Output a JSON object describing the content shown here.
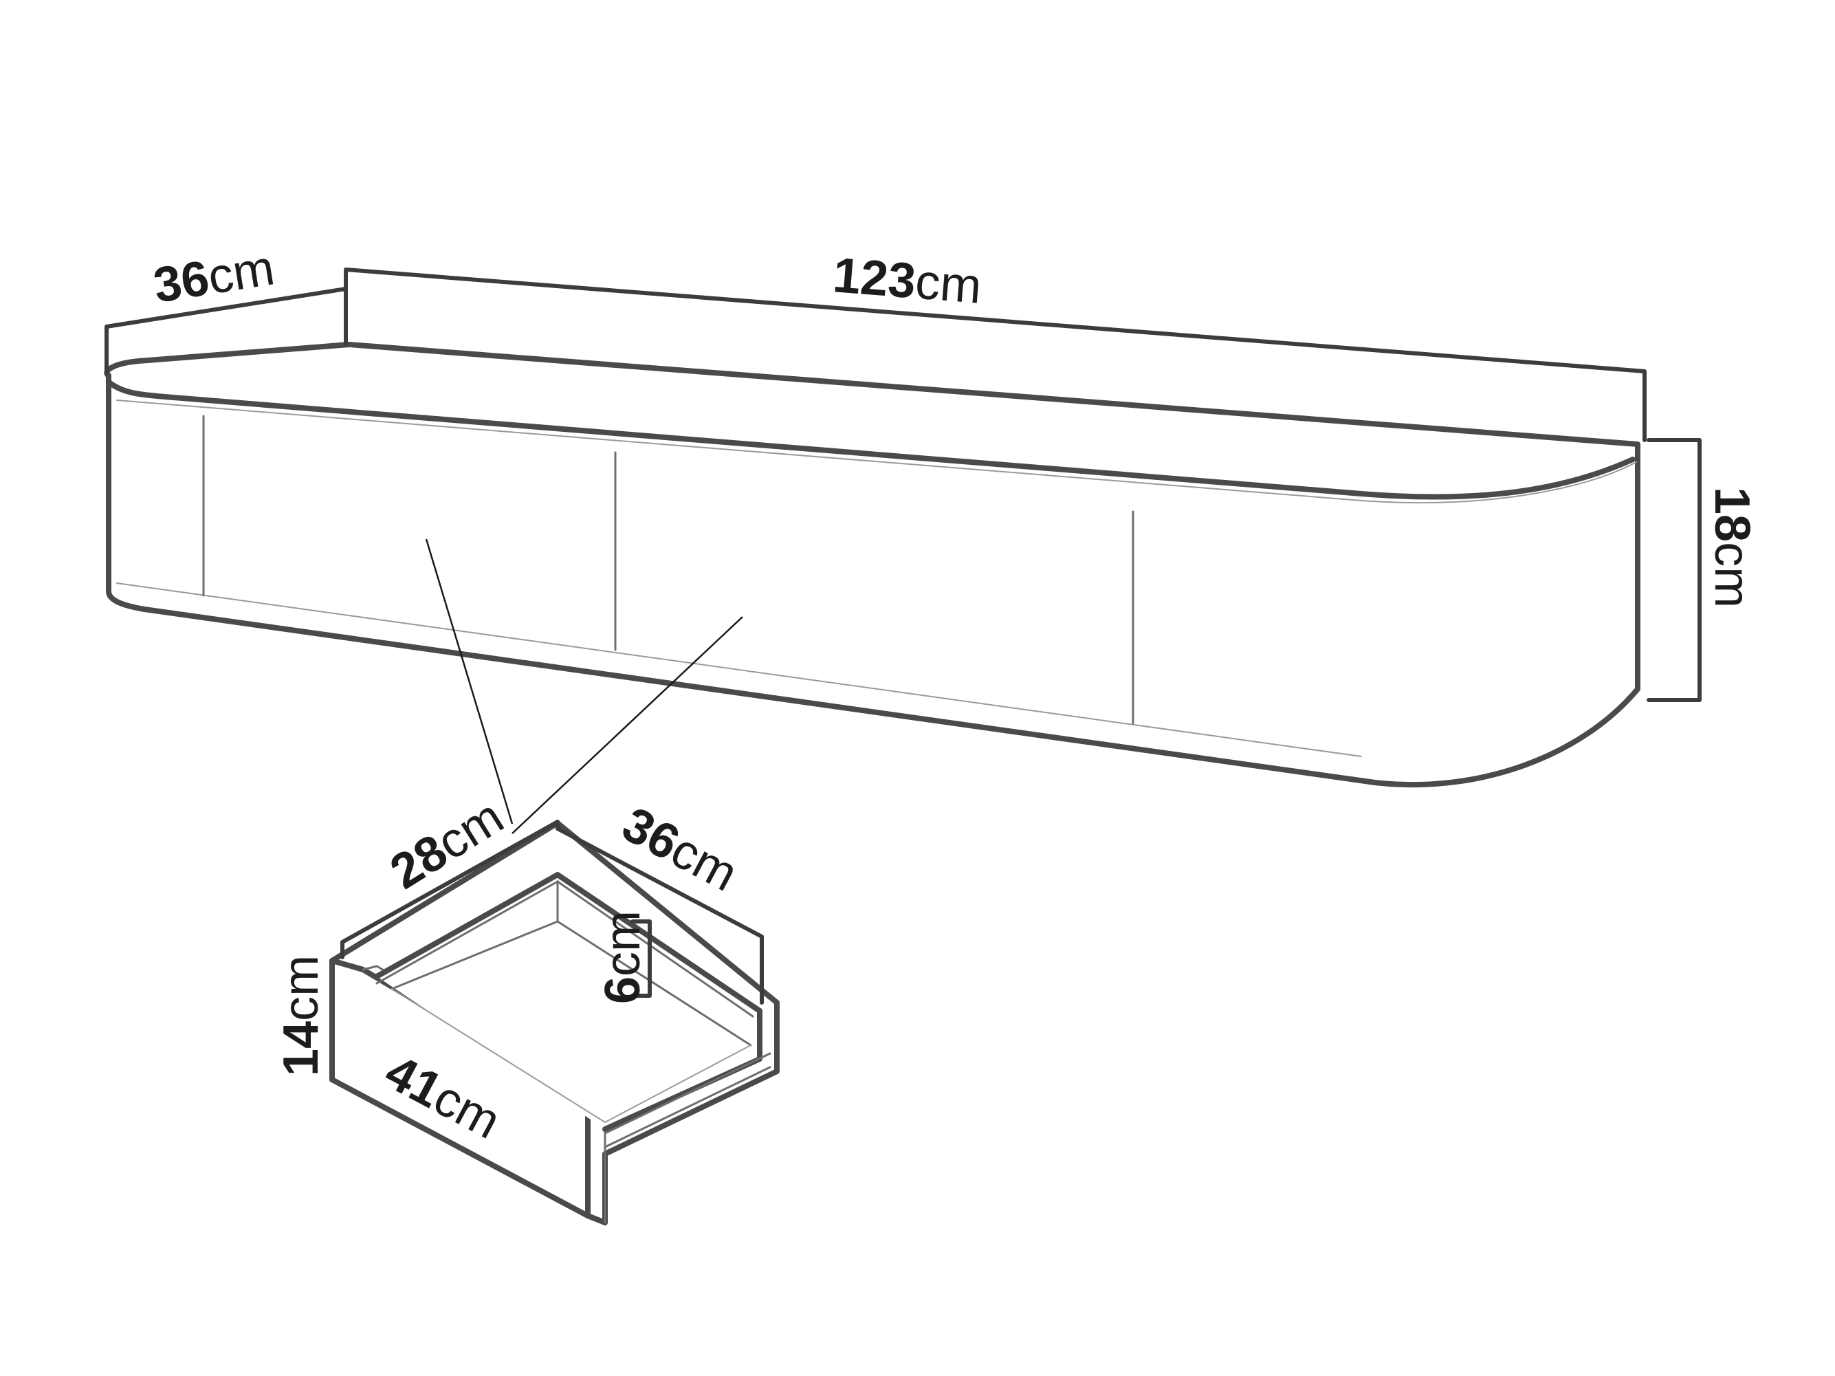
{
  "colors": {
    "background": "#ffffff",
    "outline": "#4a4a4a",
    "dimension_line": "#3c3c3c",
    "text": "#1c1c1c"
  },
  "cabinet": {
    "depth": {
      "value": "36",
      "unit": "cm"
    },
    "width": {
      "value": "123",
      "unit": "cm"
    },
    "height": {
      "value": "18",
      "unit": "cm"
    }
  },
  "drawer": {
    "depth_left": {
      "value": "28",
      "unit": "cm"
    },
    "depth_right": {
      "value": "36",
      "unit": "cm"
    },
    "inner_height": {
      "value": "6",
      "unit": "cm"
    },
    "front_height": {
      "value": "14",
      "unit": "cm"
    },
    "front_width": {
      "value": "41",
      "unit": "cm"
    }
  }
}
